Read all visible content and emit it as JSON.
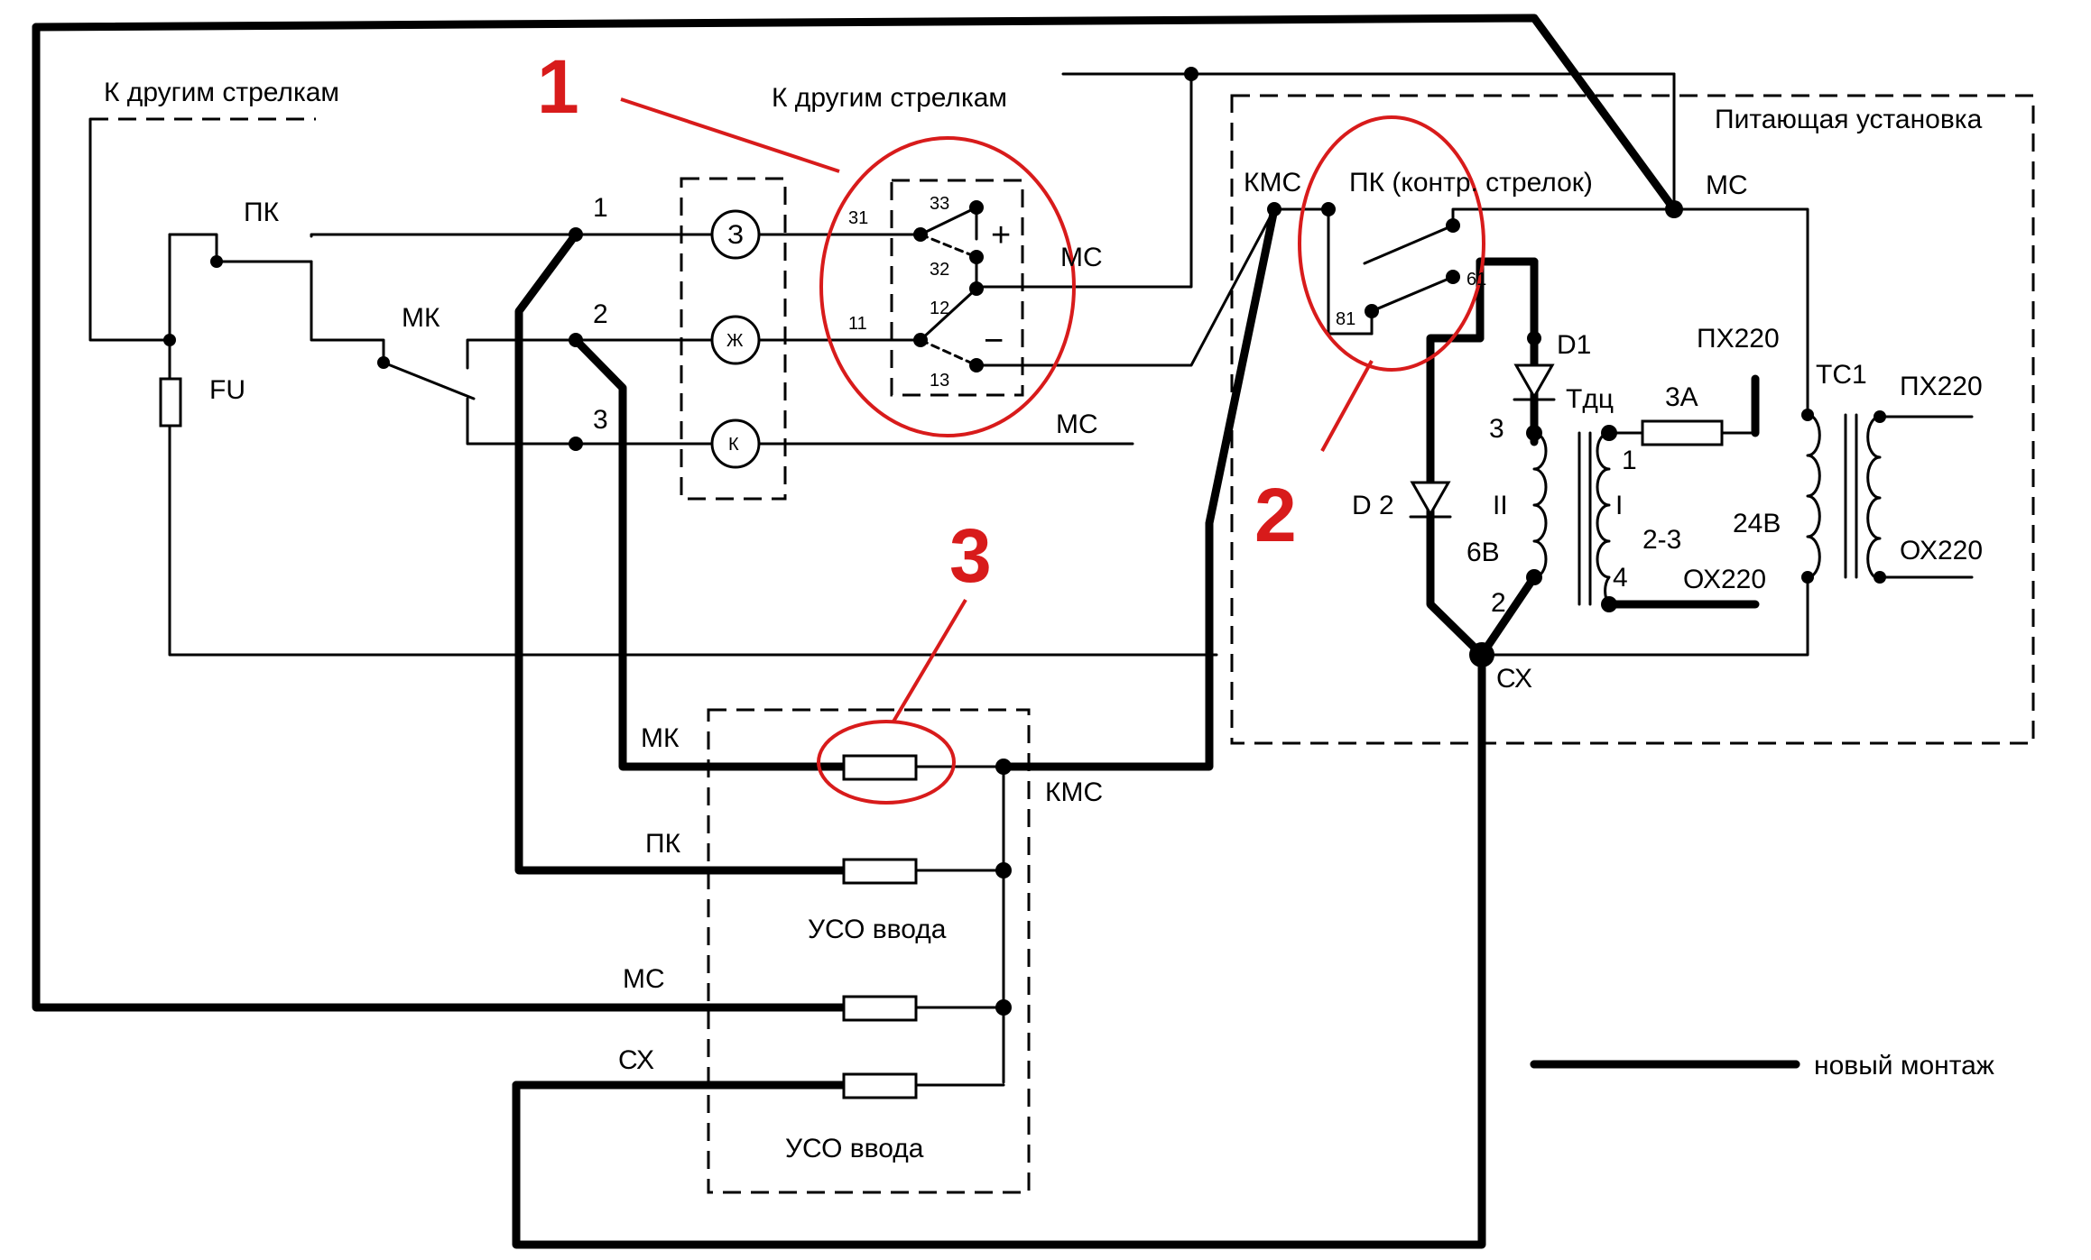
{
  "labels": {
    "to_other_left": "К другим стрелкам",
    "to_other_top": "К другим стрелкам",
    "pk": "ПК",
    "mk": "МК",
    "fu": "FU",
    "term1": "1",
    "term2": "2",
    "term3": "3",
    "lamp_z": "З",
    "lamp_zh": "Ж",
    "lamp_k": "К",
    "c31": "31",
    "c33": "33",
    "c32": "32",
    "c12": "12",
    "c11": "11",
    "c13": "13",
    "plus": "+",
    "minus": "−",
    "mc_right": "МС",
    "mc_k_line": "МС",
    "kmc_top": "КМС",
    "pk_ctrl": "ПК (контр. стрелок)",
    "c61": "61",
    "c81": "81",
    "power_unit": "Питающая установка",
    "mc_power": "МС",
    "d1": "D1",
    "d2": "D 2",
    "tdc": "Тдц",
    "tr3": "3",
    "tr2": "2",
    "tr1": "1",
    "tr4": "4",
    "roman2": "II",
    "roman1": "I",
    "v6": "6В",
    "w23": "2-3",
    "fuse3a": "3А",
    "px220_a": "ПХ220",
    "px220_b": "ПХ220",
    "tc1": "ТС1",
    "v24": "24В",
    "ox220_a": "ОХ220",
    "ox220_b": "ОХ220",
    "cx": "СХ",
    "bus_mk": "МК",
    "bus_pk": "ПК",
    "bus_mc": "МС",
    "bus_cx": "СХ",
    "kmc_bus": "КМС",
    "uso1": "УСО ввода",
    "uso2": "УСО ввода",
    "callout1": "1",
    "callout2": "2",
    "callout3": "3",
    "legend": "новый монтаж"
  }
}
